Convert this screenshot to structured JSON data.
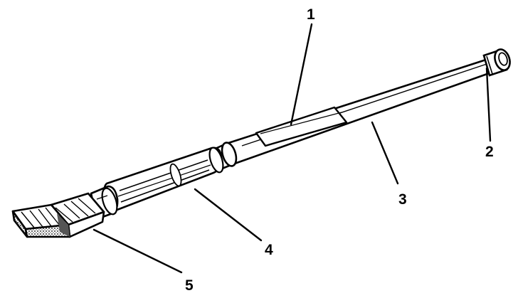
{
  "figure": {
    "callouts": [
      {
        "id": "1",
        "label": "1"
      },
      {
        "id": "2",
        "label": "2"
      },
      {
        "id": "3",
        "label": "3"
      },
      {
        "id": "4",
        "label": "4"
      },
      {
        "id": "5",
        "label": "5"
      }
    ]
  },
  "colors": {
    "ink": "#000000",
    "paper": "#ffffff",
    "bristle_shade": "#555555"
  }
}
